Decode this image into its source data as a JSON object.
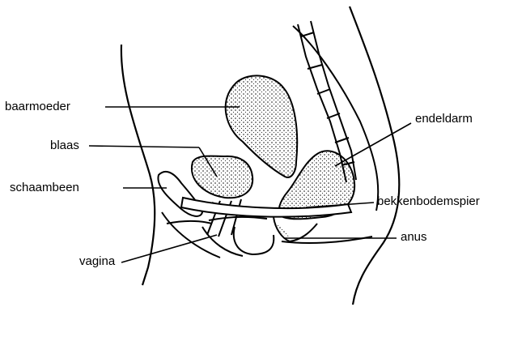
{
  "labels": {
    "uterus": "baarmoeder",
    "bladder": "blaas",
    "pubic_bone": "schaambeen",
    "vagina": "vagina",
    "rectum": "endeldarm",
    "pelvic_floor": "bekkenbodemspier",
    "anus": "anus"
  },
  "colors": {
    "ink": "#000000",
    "background": "#ffffff"
  }
}
